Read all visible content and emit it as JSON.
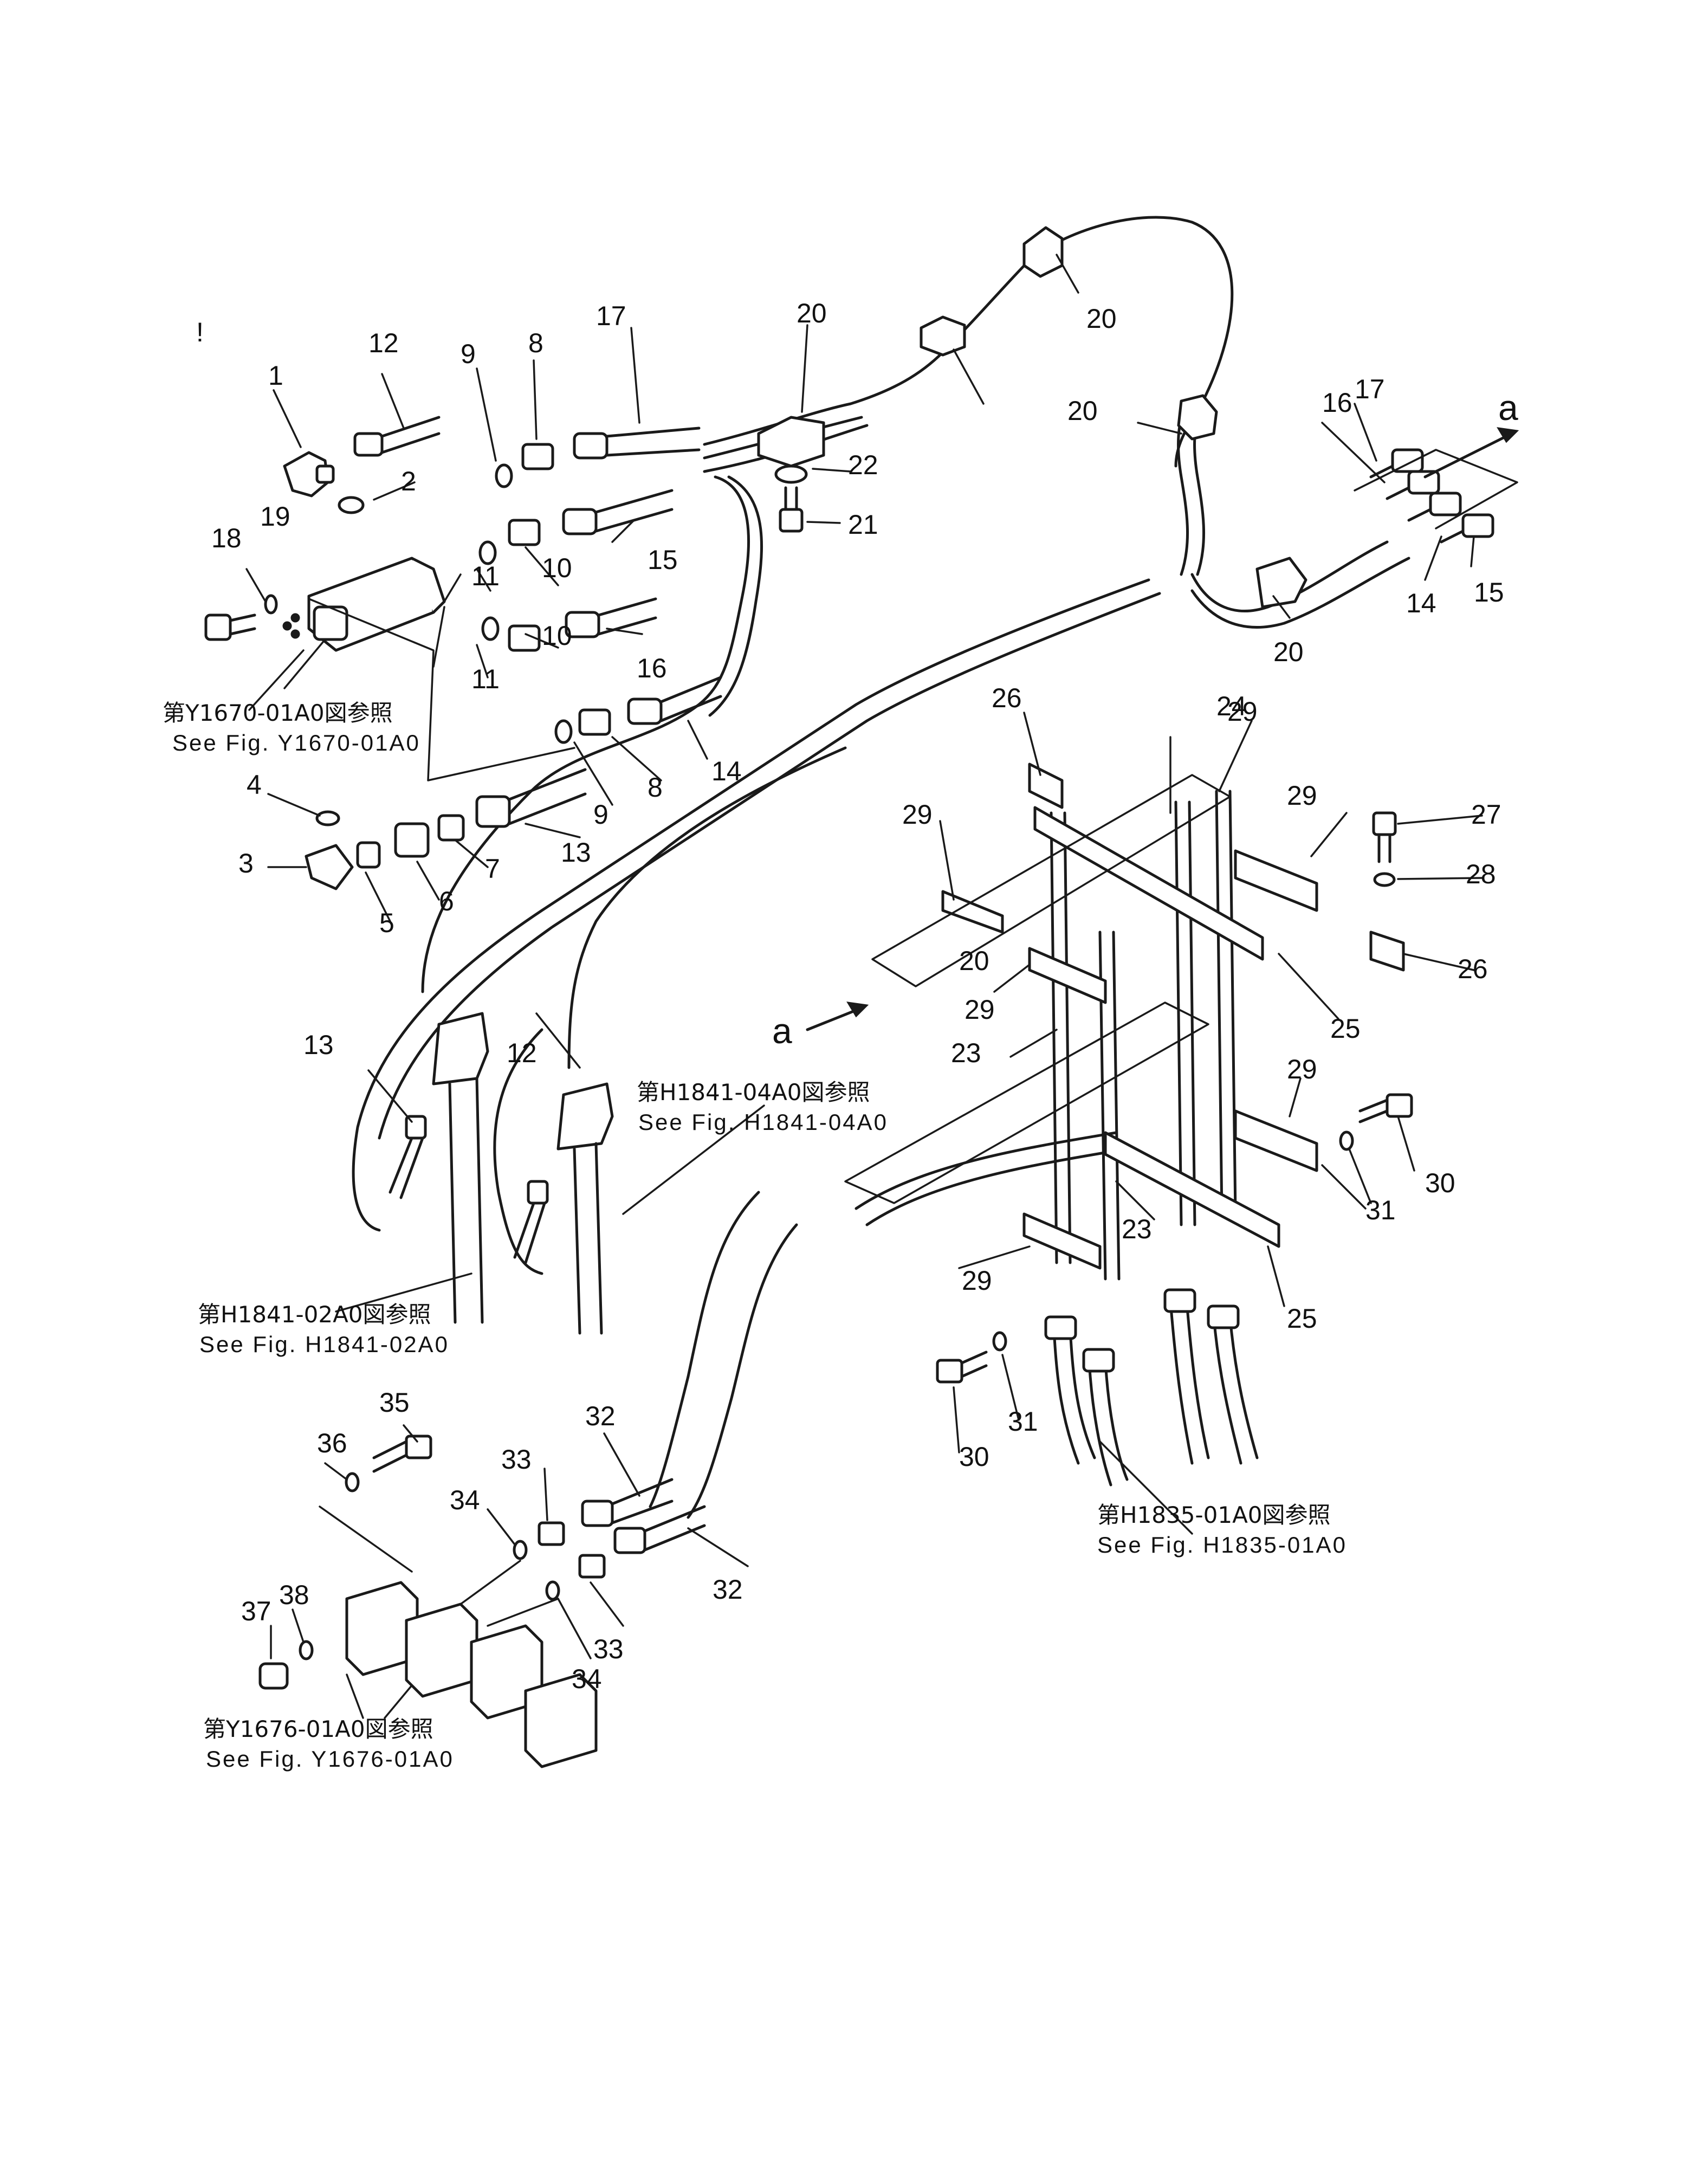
{
  "diagram": {
    "callouts": [
      "1",
      "2",
      "3",
      "4",
      "5",
      "6",
      "7",
      "8",
      "8",
      "9",
      "9",
      "10",
      "10",
      "11",
      "11",
      "12",
      "12",
      "13",
      "13",
      "14",
      "14",
      "15",
      "15",
      "16",
      "16",
      "17",
      "17",
      "18",
      "19",
      "20",
      "20",
      "20",
      "20",
      "20",
      "21",
      "22",
      "23",
      "23",
      "24",
      "25",
      "25",
      "26",
      "26",
      "27",
      "28",
      "29",
      "29",
      "29",
      "29",
      "29",
      "29",
      "30",
      "30",
      "31",
      "31",
      "32",
      "32",
      "33",
      "33",
      "34",
      "34",
      "35",
      "36",
      "37",
      "38"
    ],
    "section_markers": [
      "a",
      "a"
    ],
    "references": [
      {
        "jp": "第Y1670-01A0図参照",
        "en": "See Fig. Y1670-01A0"
      },
      {
        "jp": "第H1841-04A0図参照",
        "en": "See Fig. H1841-04A0"
      },
      {
        "jp": "第H1841-02A0図参照",
        "en": "See Fig. H1841-02A0"
      },
      {
        "jp": "第H1835-01A0図参照",
        "en": "See Fig. H1835-01A0"
      },
      {
        "jp": "第Y1676-01A0図参照",
        "en": "See Fig. Y1676-01A0"
      }
    ],
    "stray_mark": "!"
  }
}
